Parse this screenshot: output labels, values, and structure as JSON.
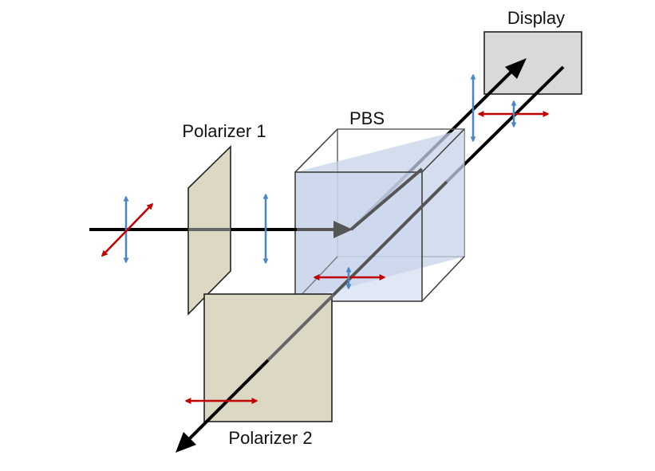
{
  "labels": {
    "display": "Display",
    "pbs": "PBS",
    "polarizer1": "Polarizer 1",
    "polarizer2": "Polarizer 2"
  },
  "colors": {
    "beam": "#000000",
    "vertical_polarization": "#4a86c5",
    "horizontal_polarization": "#c00000",
    "polarizer_fill": "#ddd8c4",
    "display_fill": "#d9d9d9",
    "cube_diagonal_fill": "#c7d3ea",
    "cube_edge": "#404040"
  }
}
